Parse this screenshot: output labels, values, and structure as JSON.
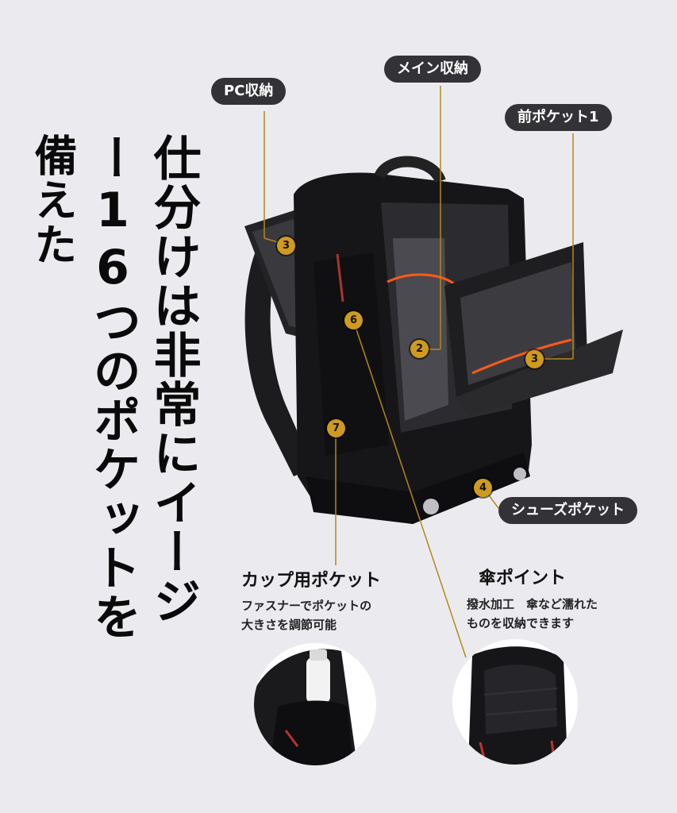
{
  "headline": {
    "col1": "仕分けは非常にイージ",
    "col2": "ー16つのポケットを",
    "col3": "備えた"
  },
  "labels": {
    "pc": "PC収納",
    "main": "メイン収納",
    "front": "前ポケット1",
    "shoes": "シューズポケット"
  },
  "markers": {
    "pc": "3",
    "main": "2",
    "front": "3",
    "side": "6",
    "cup": "7",
    "shoes": "4"
  },
  "features": {
    "cup": {
      "title": "カップ用ポケット",
      "desc_line1": "ファスナーでポケットの",
      "desc_line2": "大きさを調節可能"
    },
    "umbrella": {
      "title": "傘ポイント",
      "desc_line1": "撥水加工　傘など濡れた",
      "desc_line2": "ものを収納できます"
    }
  },
  "colors": {
    "background": "#ebebef",
    "pill": "#333337",
    "marker": "#cf9a1e",
    "leader_line": "#b8861a",
    "accent_orange": "#ff5a1a"
  }
}
